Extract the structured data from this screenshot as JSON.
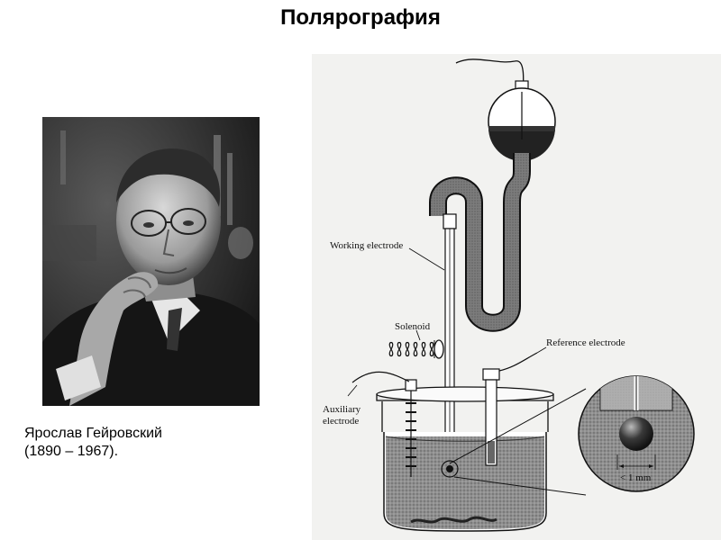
{
  "title": "Полярография",
  "portrait": {
    "caption_name": "Ярослав Гейровский",
    "caption_years": "(1890 – 1967)."
  },
  "diagram": {
    "labels": {
      "working_electrode": "Working electrode",
      "solenoid": "Solenoid",
      "reference_electrode": "Reference electrode",
      "auxiliary_line1": "Auxiliary",
      "auxiliary_line2": "electrode",
      "scale": "< 1 mm"
    }
  }
}
